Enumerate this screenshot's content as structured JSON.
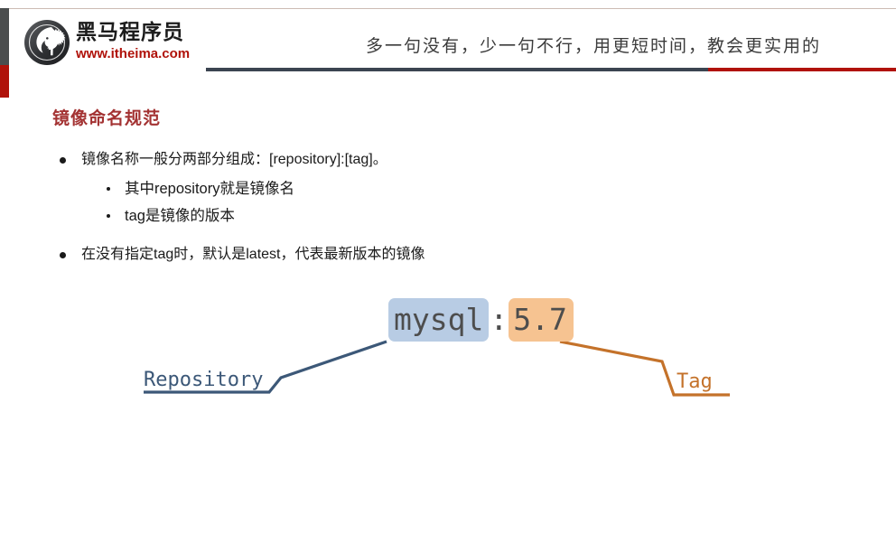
{
  "window": {
    "background_color": "#ffffff"
  },
  "header": {
    "brand_name": "黑马程序员",
    "brand_url": "www.itheima.com",
    "logo_icon": "horse-head-logo-icon",
    "slogan": "多一句没有，少一句不行，用更短时间，教会更实用的",
    "rule_color": "#3b4451",
    "rule_accent_color": "#b0120a"
  },
  "slide": {
    "title": "镜像命名规范",
    "title_color": "#a33232",
    "bullets": [
      {
        "level": 1,
        "text": "镜像名称一般分两部分组成：[repository]:[tag]。"
      },
      {
        "level": 2,
        "text": "其中repository就是镜像名"
      },
      {
        "level": 2,
        "text": "tag是镜像的版本"
      },
      {
        "level": 1,
        "text": "在没有指定tag时，默认是latest，代表最新版本的镜像"
      }
    ]
  },
  "diagram": {
    "image_name": {
      "repository": "mysql",
      "separator": ":",
      "tag": "5.7",
      "repository_highlight_color": "#b8cce4",
      "tag_highlight_color": "#f6c391",
      "text_color": "#4d4d4d"
    },
    "labels": {
      "repository_label": "Repository",
      "repository_label_color": "#3c5878",
      "tag_label": "Tag",
      "tag_label_color": "#c4722a"
    }
  }
}
